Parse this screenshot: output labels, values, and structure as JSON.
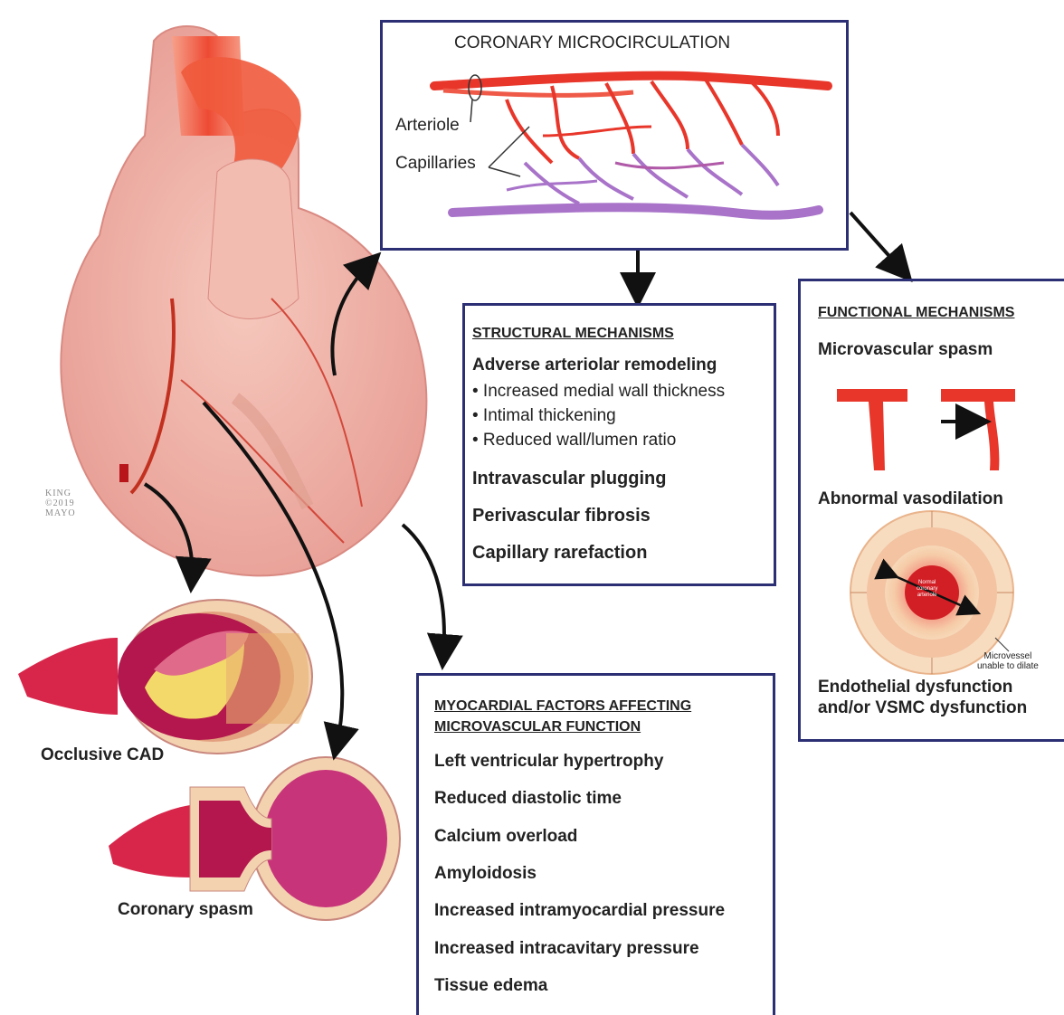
{
  "microcirculation": {
    "title": "CORONARY MICROCIRCULATION",
    "arteriole": "Arteriole",
    "capillaries": "Capillaries"
  },
  "structural": {
    "heading": "STRUCTURAL MECHANISMS",
    "remodeling": "Adverse arteriolar remodeling",
    "bullets": [
      "• Increased medial wall thickness",
      "• Intimal thickening",
      "• Reduced wall/lumen ratio"
    ],
    "items": [
      "Intravascular plugging",
      "Perivascular fibrosis",
      "Capillary rarefaction"
    ]
  },
  "functional": {
    "heading": "FUNCTIONAL MECHANISMS",
    "spasm": "Microvascular spasm",
    "vasodilation": "Abnormal vasodilation",
    "center_label_1": "Normal",
    "center_label_2": "coronary",
    "center_label_3": "arteriole",
    "unable_1": "Microvessel",
    "unable_2": "unable to dilate",
    "endothelial_1": "Endothelial dysfunction",
    "endothelial_2": "and/or VSMC dysfunction"
  },
  "myocardial": {
    "heading_1": "MYOCARDIAL FACTORS AFFECTING",
    "heading_2": "MICROVASCULAR FUNCTION",
    "items": [
      "Left ventricular hypertrophy",
      "Reduced diastolic time",
      "Calcium overload",
      "Amyloidosis",
      "Increased intramyocardial pressure",
      "Increased intracavitary pressure",
      "Tissue edema"
    ]
  },
  "left": {
    "occlusive": "Occlusive CAD",
    "spasm": "Coronary spasm",
    "signature": [
      "KING",
      "©2019",
      "MAYO"
    ]
  },
  "colors": {
    "box_border": "#2c2f73",
    "artery_red": "#e8362a",
    "vein_purple": "#a873c9",
    "heart_pink": "#f2b5ad",
    "aorta": "#f06a4a"
  }
}
